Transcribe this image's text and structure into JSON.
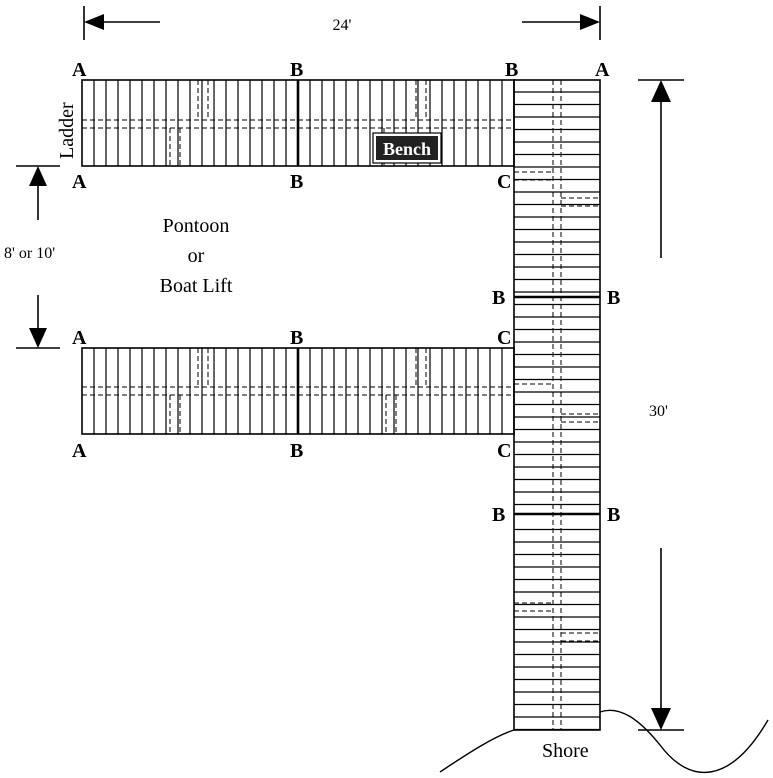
{
  "dimensions": {
    "width_label": "24'",
    "length_label": "30'",
    "gap_label": "8' or 10'"
  },
  "labels": {
    "ladder": "Ladder",
    "bench": "Bench",
    "slip_line1": "Pontoon",
    "slip_line2": "or",
    "slip_line3": "Boat Lift",
    "shore": "Shore"
  },
  "upper_finger": {
    "top": [
      "A",
      "B",
      "B"
    ],
    "bottom": [
      "A",
      "B",
      "C"
    ]
  },
  "lower_finger": {
    "top": [
      "A",
      "B",
      "C"
    ],
    "bottom": [
      "A",
      "B",
      "C"
    ]
  },
  "main_dock": {
    "top_right": "A",
    "joint1": [
      "B",
      "B"
    ],
    "joint2": [
      "B",
      "B"
    ]
  }
}
